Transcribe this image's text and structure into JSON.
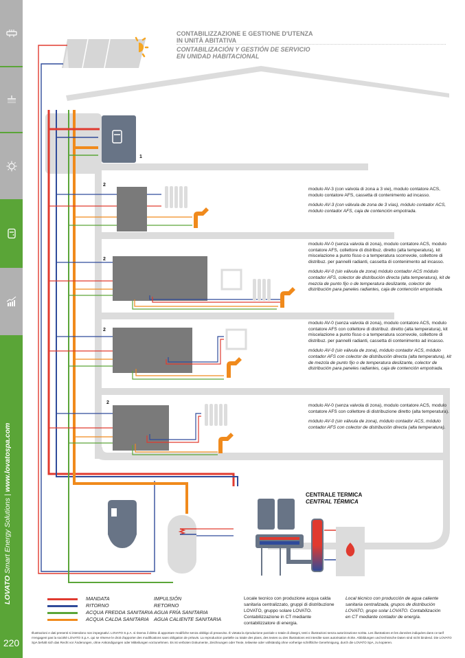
{
  "sidebar": {
    "tabs": [
      {
        "icon": "boiler-module-icon",
        "active": false
      },
      {
        "icon": "shower-head-icon",
        "active": false
      },
      {
        "icon": "sun-icon",
        "active": false
      },
      {
        "icon": "meter-unit-icon",
        "active": true
      },
      {
        "icon": "chart-trend-icon",
        "active": false
      }
    ],
    "brand": "LOVATO",
    "tagline": "Smart Energy Solutions",
    "separator": "|",
    "website": "www.lovatospa.com",
    "page_number": "220"
  },
  "header": {
    "title_it_line1": "CONTABILIZZAZIONE E GESTIONE D'UTENZA",
    "title_it_line2": "IN UNITÀ ABITATIVA",
    "title_es_line1": "CONTABILIZACIÓN Y GESTIÓN DE SERVICIO",
    "title_es_line2": "EN UNIDAD HABITACIONAL"
  },
  "labels": {
    "num1": "1",
    "num2": "2",
    "central_it": "CENTRALE TERMICA",
    "central_es": "CENTRAL TÉRMICA"
  },
  "modules": [
    {
      "it": "modulo AV-3 (con valvola di zona a 3 vie), modulo contatore ACS, modulo contatore AFS, cassetta di contenimento ad incasso.",
      "es": "módulo AV-3 (con válvula de zona de 3 vías), módulo contador ACS, módulo contador AFS, caja de contención empotrada."
    },
    {
      "it": "modulo AV-0 (senza valvola di zona), modulo contatore ACS, modulo contatore AFS, collettore di distribuz. diretto (alta temperatura), kit miscelazione a punto fisso o a temperatura scorrevole, collettore di distribuz. per pannelli radianti, cassetta di contenimento ad incasso.",
      "es": "módulo AV-0 (sin válvula de zona) módulo contador ACS módulo contador AFS, colector de distribución directa (alta temperatura), kit de mezcla de punto fijo o de temperatura deslizante, colector de distribución para paneles radiantes, caja de contención empotrada."
    },
    {
      "it": "modulo AV-0 (senza valvola di zona), modulo contatore ACS, modulo contatore AFS con collettore di distribuz. diretto (alta temperatura), kit miscelazione a punto fisso o a temperatura scorrevole, collettore di distribuz. per pannelli radianti, cassetta di contenimento ad incasso.",
      "es": "módulo AV-0 (sin válvula de zona), módulo contador ACS, módulo contador AFS con colector de distribución directa (alta temperatura), kit de mezcla de punto fijo o de temperatura deslizante, colector de distribución para paneles radiantes, caja de contención empotrada."
    },
    {
      "it": "modulo AV-0 (senza valvola di zona), modulo contatore ACS, modulo contatore AFS con collettore di distribuzione diretto (alta temperatura).",
      "es": "módulo AV-0 (sin válvula de zona), módulo contador ACS, módulo contador AFS con colector de distribución directa (alta temperatura)."
    }
  ],
  "legend": [
    {
      "it": "MANDATA",
      "es": "IMPULSIÓN",
      "color": "#e03a2f"
    },
    {
      "it": "RITORNO",
      "es": "RETORNO",
      "color": "#2f4a9a"
    },
    {
      "it": "ACQUA FREDDA SANITARIA",
      "es": "AGUA FRÍA SANITARIA",
      "color": "#5aa537"
    },
    {
      "it": "ACQUA CALDA SANITARIA",
      "es": "AGUA CALIENTE SANITARIA",
      "color": "#f08a1c"
    }
  ],
  "notes": {
    "it": "Locale tecnico con produzione acqua calda sanitaria centralizzato, gruppi di distribuzione LOVATO, gruppo solare LOVATO. Contabilizzazione in CT mediante contabilizzatore di energia.",
    "es": "Local técnico con producción de agua caliente sanitaria centralizada, grupos de distribución LOVATO, grupo solar LOVATO. Contabilización en CT mediante contador de energía."
  },
  "disclaimer": "Illustrazioni e dati presenti si intendono non impegnativi. LOVATO S.p.A. si riserva il diritto di apportare modifiche senza obbligo di preavviso. È vietata la riproduzione parziale o totale di disegni, testi o illustrazioni senza autorizzazione scritta. Les illustrations et les données indiquées dans ce tarif n'engagent pas la société LOVATO S.p.A. qui se réserve le droit d'apporter des modifications sans obligation de préavis. La reproduction partielle ou totale des plans, des textes ou des illustrations est interdite sans autorisation écrite. Abbildungen und technische Daten sind nicht bindend. Die LOVATO SpA behält sich das Recht vor Änderungen, ohne Ankündigungen oder Mitteilungen vorzunehmen. Es ist verboten Dokumente, Zeichnungen oder Texte, teilweise oder vollständig ohne vorherige schriftliche Genehmigung, durch die LOVATO SpA, zu kopieren.",
  "colors": {
    "supply": "#e03a2f",
    "return": "#2f4a9a",
    "cold": "#5aa537",
    "hot": "#f08a1c",
    "wall": "#dcdcdc",
    "unit": "#687486",
    "brand_green": "#5aa537",
    "tab_grey": "#b1b1b1"
  }
}
